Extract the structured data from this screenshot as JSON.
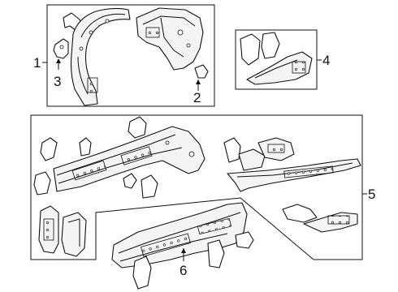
{
  "callouts": {
    "c1": "1",
    "c2": "2",
    "c3": "3",
    "c4": "4",
    "c5": "5",
    "c6": "6"
  },
  "colors": {
    "line": "#111111",
    "background": "#ffffff"
  }
}
